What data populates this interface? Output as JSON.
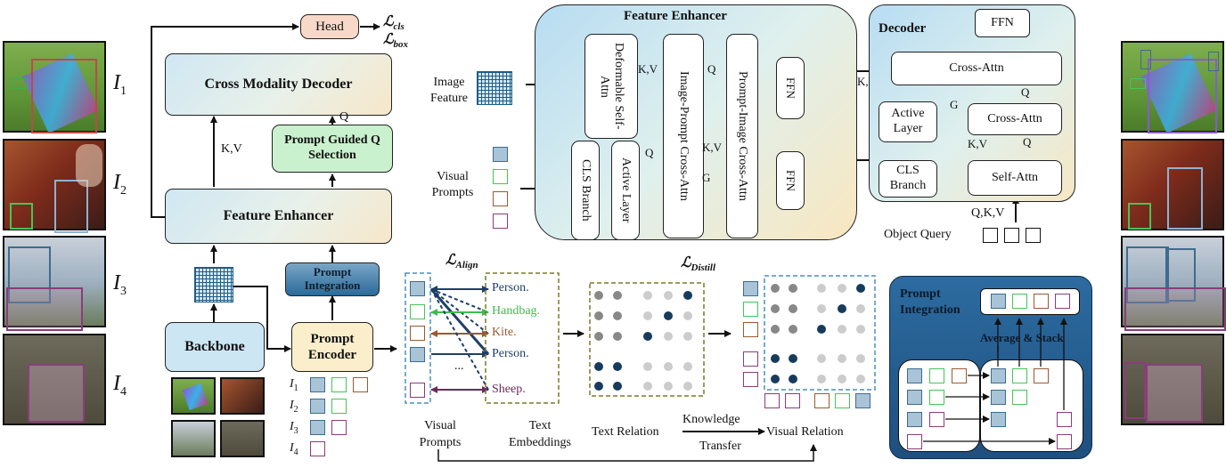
{
  "left_images": [
    "I_1",
    "I_2",
    "I_3",
    "I_4"
  ],
  "left": {
    "head": "Head",
    "loss_cls": "ℒcls",
    "loss_box": "ℒbox",
    "cross_modality_decoder": "Cross Modality Decoder",
    "kv": "K,V",
    "q": "Q",
    "prompt_guided_q_selection": "Prompt Guided Q Selection",
    "feature_enhancer": "Feature Enhancer",
    "prompt_integration": "Prompt Integration",
    "backbone": "Backbone",
    "prompt_encoder": "Prompt Encoder",
    "image_labels": [
      "I1",
      "I2",
      "I3",
      "I4"
    ]
  },
  "feature_enhancer_panel": {
    "title": "Feature Enhancer",
    "image_feature": "Image Feature",
    "visual_prompts": "Visual Prompts",
    "deformable_self_attn": "Deformable Self-Attn",
    "cls_branch": "CLS Branch",
    "active_layer": "Active Layer",
    "image_prompt_cross_attn": "Image-Prompt Cross-Attn",
    "prompt_image_cross_attn": "Prompt-Image Cross-Attn",
    "ffn": "FFN",
    "kv": "K,V",
    "q": "Q",
    "g": "G"
  },
  "decoder_panel": {
    "title": "Decoder",
    "ffn": "FFN",
    "cross_attn": "Cross-Attn",
    "active_layer": "Active Layer",
    "cls_branch": "CLS Branch",
    "self_attn": "Self-Attn",
    "kv": "K,V",
    "q": "Q",
    "g": "G",
    "qkv": "Q,K,V",
    "object_query": "Object Query"
  },
  "align": {
    "loss_align": "ℒAlign",
    "text_items": [
      "Person.",
      "Handbag.",
      "Kite.",
      "Person.",
      "...",
      "Sheep."
    ],
    "visual_prompts": "Visual Prompts",
    "text_embeddings": "Text Embeddings"
  },
  "distill": {
    "loss_distill": "ℒDistill",
    "text_relation": "Text Relation",
    "knowledge": "Knowledge",
    "transfer": "Transfer",
    "visual_relation": "Visual Relation"
  },
  "prompt_integration_panel": {
    "title": "Prompt Integration",
    "average_stack": "Average & Stack"
  },
  "colors": {
    "blue_prompt": "#a9c4d6",
    "green_prompt": "#46c45a",
    "brown_prompt": "#9b5a31",
    "purple_prompt": "#8a3d79",
    "dark_panel": "#1f4f7e"
  }
}
